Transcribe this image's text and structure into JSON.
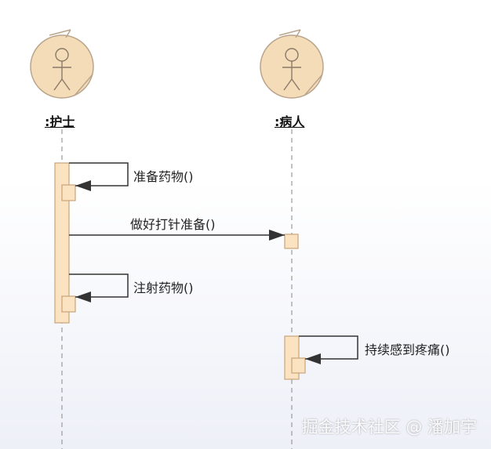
{
  "actors": [
    {
      "name": ":护士"
    },
    {
      "name": ":病人"
    }
  ],
  "messages": [
    {
      "label": "准备药物()"
    },
    {
      "label": "做好打针准备()"
    },
    {
      "label": "注射药物()"
    },
    {
      "label": "持续感到疼痛()"
    }
  ],
  "watermark": "掘金技术社区 @ 潘加宇",
  "colors": {
    "actor_fill": "#f5dcb8",
    "actor_stroke": "#b9a48c",
    "activation_fill": "#fbe3c2",
    "activation_stroke": "#c8a47a",
    "arrow": "#333333",
    "lifeline": "#9a9a9a"
  }
}
